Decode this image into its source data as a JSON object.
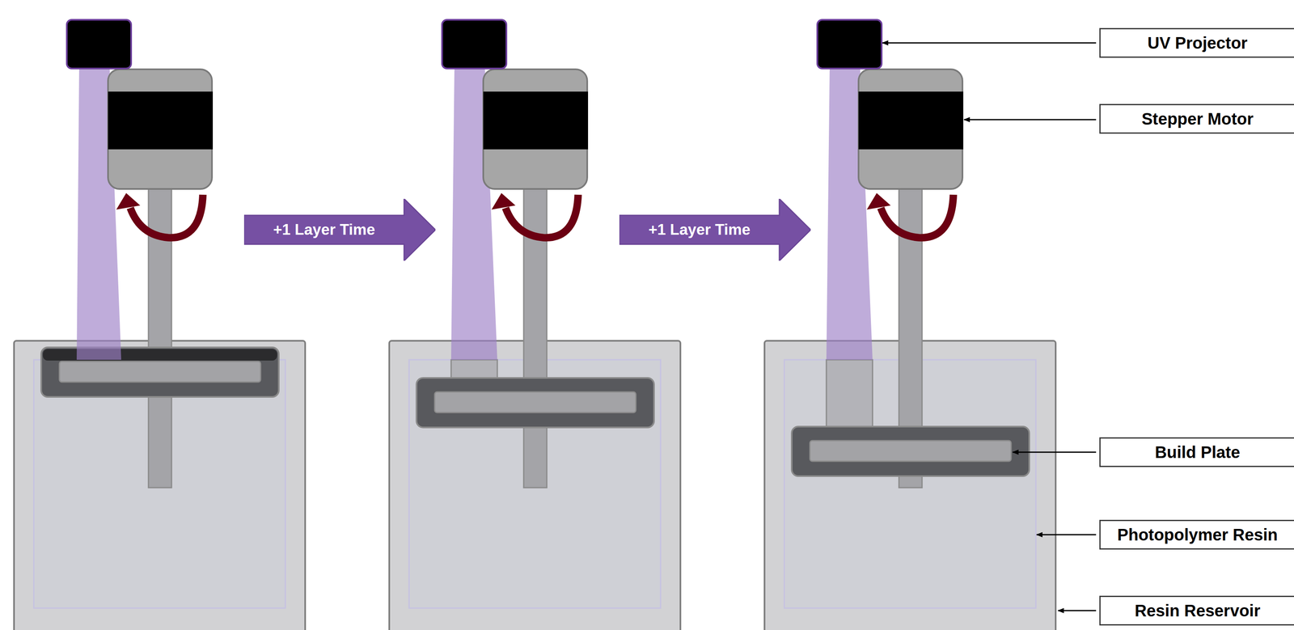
{
  "diagram": {
    "nodes": [
      {
        "text": [
          "UV Projector"
        ]
      },
      {
        "text": [
          "Stepper Motor"
        ]
      },
      {
        "text": [
          "+1 Layer Time"
        ]
      },
      {
        "text": [
          "+1 Layer Time"
        ]
      },
      {
        "text": [
          "Build Plate"
        ]
      },
      {
        "text": [
          "Photopolymer Resin"
        ]
      },
      {
        "text": [
          "Resin Reservoir"
        ]
      }
    ]
  }
}
